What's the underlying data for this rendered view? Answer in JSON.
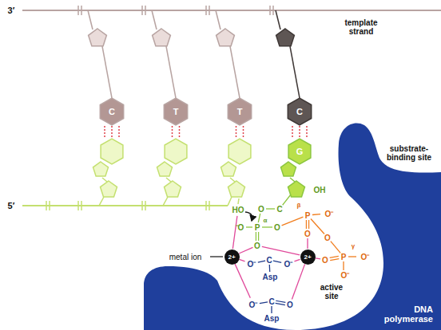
{
  "diagram": {
    "nodes": [
      {
        "text": [
          "DNA polymerase"
        ]
      },
      {
        "text": [
          "2+"
        ]
      },
      {
        "text": [
          "2+"
        ]
      }
    ],
    "labels": [
      "3′",
      "5′",
      "template strand",
      "C",
      "T",
      "T",
      "C",
      "G",
      "substrate-binding site",
      "metal ion",
      "active site",
      "HO",
      "OH",
      "C",
      "O",
      "P",
      "α",
      "⁻O",
      "O",
      "O",
      "P",
      "β",
      "O⁻",
      "O",
      "O",
      "P",
      "γ",
      "O⁻",
      "O⁻",
      "O",
      "O⁻",
      "C",
      "O⁻",
      "Asp",
      "O⁻",
      "C",
      "O",
      "Asp"
    ]
  }
}
